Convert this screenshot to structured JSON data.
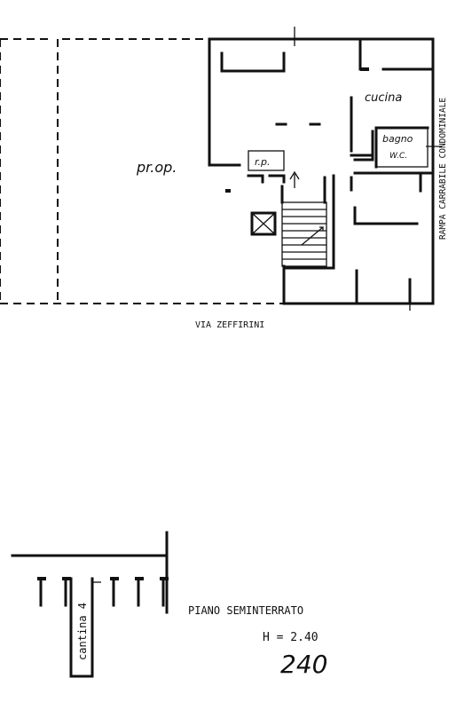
{
  "labels": {
    "cucina": "cucina",
    "bagno": "bagno",
    "wc": "W.C.",
    "ripostiglio": "r.p.",
    "proprieta": "pr.op.",
    "ramp": "RAMPA CARRABILE CONDOMINIALE",
    "street": "VIA ZEFFIRINI",
    "cantina": "cantina 4",
    "floor": "PIANO SEMINTERRATO",
    "height": "H = 2.40",
    "handnote": "240"
  }
}
